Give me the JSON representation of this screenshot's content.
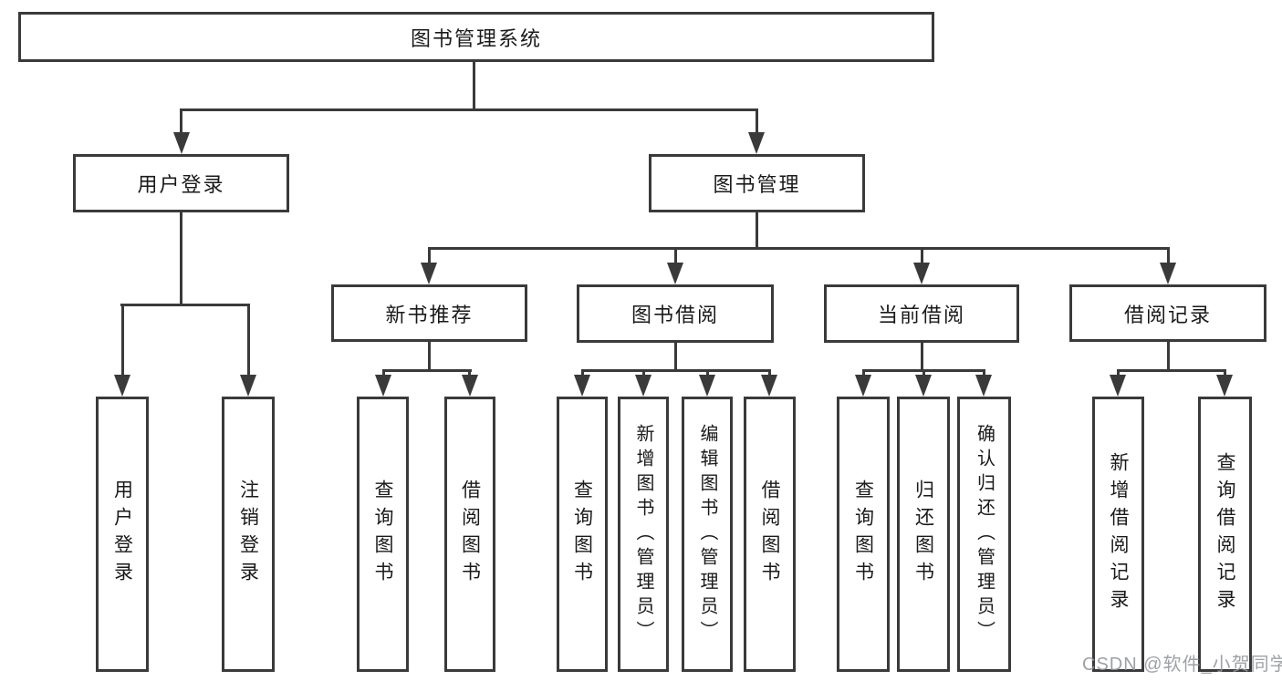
{
  "diagram": {
    "title": "图书管理系统",
    "branches": [
      {
        "label": "用户登录",
        "children": [
          {
            "label": "用户登录"
          },
          {
            "label": "注销登录"
          }
        ]
      },
      {
        "label": "图书管理",
        "children": [
          {
            "label": "新书推荐",
            "children": [
              {
                "label": "查询图书"
              },
              {
                "label": "借阅图书"
              }
            ]
          },
          {
            "label": "图书借阅",
            "children": [
              {
                "label": "查询图书"
              },
              {
                "label": "新增图书（管理员）"
              },
              {
                "label": "编辑图书（管理员）"
              },
              {
                "label": "借阅图书"
              }
            ]
          },
          {
            "label": "当前借阅",
            "children": [
              {
                "label": "查询图书"
              },
              {
                "label": "归还图书"
              },
              {
                "label": "确认归还（管理员）"
              }
            ]
          },
          {
            "label": "借阅记录",
            "children": [
              {
                "label": "新增借阅记录"
              },
              {
                "label": "查询借阅记录"
              }
            ]
          }
        ]
      }
    ]
  },
  "watermark": {
    "text": "CSDN @软件_小贺同学"
  },
  "colors": {
    "line": "#3a3a3a",
    "box_border": "#3a3a3a",
    "text": "#1a1a1a",
    "background": "#ffffff",
    "watermark": "#94979b"
  }
}
